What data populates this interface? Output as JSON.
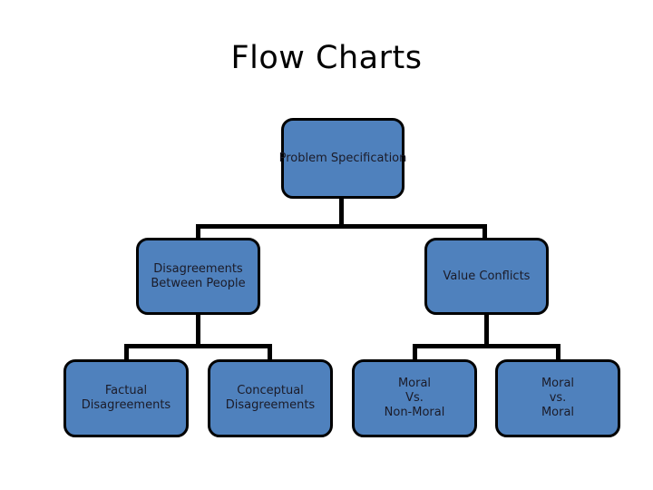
{
  "slide": {
    "title": "Flow Charts",
    "background_color": "#FFFFFF",
    "node_fill_color": "#4F81BD",
    "node_border_color": "#000000",
    "connector_color": "#000000",
    "text_color": "#1B1B28"
  },
  "diagram": {
    "type": "flow-chart",
    "orientation": "top-down",
    "levels": [
      {
        "level": 1,
        "nodes": [
          {
            "id": "problem-specification",
            "label": "Problem Specification",
            "lines": [
              "Problem Specification"
            ]
          }
        ]
      },
      {
        "level": 2,
        "nodes": [
          {
            "id": "disagreements-between-people",
            "label": "Disagreements Between People",
            "lines": [
              "Disagreements",
              "Between People"
            ]
          },
          {
            "id": "value-conflicts",
            "label": "Value Conflicts",
            "lines": [
              "Value Conflicts"
            ]
          }
        ]
      },
      {
        "level": 3,
        "nodes": [
          {
            "id": "factual-disagreements",
            "label": "Factual Disagreements",
            "lines": [
              "Factual",
              "Disagreements"
            ]
          },
          {
            "id": "conceptual-disagreements",
            "label": "Conceptual Disagreements",
            "lines": [
              "Conceptual",
              "Disagreements"
            ]
          },
          {
            "id": "moral-vs-non-moral",
            "label": "Moral Vs. Non-Moral",
            "lines": [
              "Moral",
              "Vs.",
              "Non-Moral"
            ]
          },
          {
            "id": "moral-vs-moral",
            "label": "Moral vs. Moral",
            "lines": [
              "Moral",
              "vs.",
              "Moral"
            ]
          }
        ]
      }
    ],
    "edges": [
      {
        "from": "problem-specification",
        "to": "disagreements-between-people"
      },
      {
        "from": "problem-specification",
        "to": "value-conflicts"
      },
      {
        "from": "disagreements-between-people",
        "to": "factual-disagreements"
      },
      {
        "from": "disagreements-between-people",
        "to": "conceptual-disagreements"
      },
      {
        "from": "value-conflicts",
        "to": "moral-vs-non-moral"
      },
      {
        "from": "value-conflicts",
        "to": "moral-vs-moral"
      }
    ],
    "node_text": {
      "problem_specification": "Problem Specification",
      "disagreements_between_people_line1": "Disagreements",
      "disagreements_between_people_line2": "Between People",
      "value_conflicts": "Value Conflicts",
      "factual_line1": "Factual",
      "factual_line2": "Disagreements",
      "conceptual_line1": "Conceptual",
      "conceptual_line2": "Disagreements",
      "moral_nonmoral_line1": "Moral",
      "moral_nonmoral_line2": "Vs.",
      "moral_nonmoral_line3": "Non-Moral",
      "moral_moral_line1": "Moral",
      "moral_moral_line2": "vs.",
      "moral_moral_line3": "Moral"
    }
  }
}
